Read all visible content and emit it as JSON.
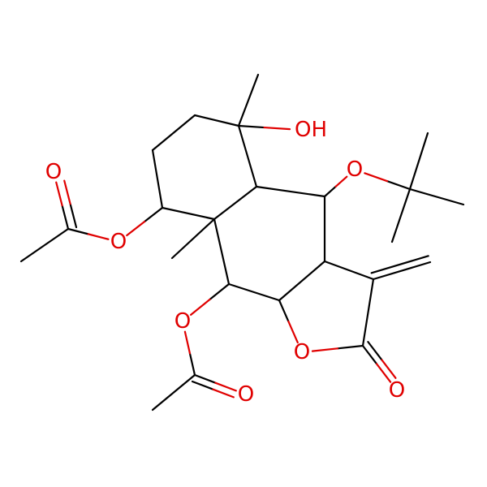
{
  "molecule": {
    "atom_labels": {
      "hydroxyl": "OH",
      "ether_o": "O",
      "acetate1_ester_o": "O",
      "acetate1_carbonyl_o": "O",
      "acetate2_ester_o": "O",
      "acetate2_carbonyl_o": "O",
      "lactone_ring_o": "O",
      "lactone_carbonyl_o": "O"
    },
    "colors": {
      "bond": "#000000",
      "oxygen": "#e00000",
      "background": "#ffffff"
    }
  }
}
